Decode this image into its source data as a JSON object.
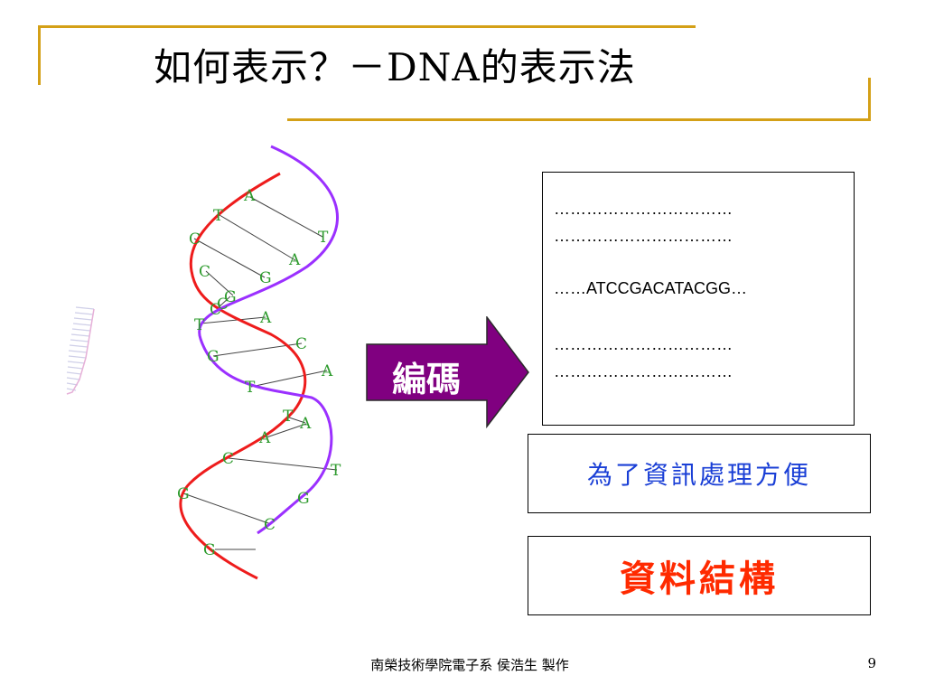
{
  "slide": {
    "title": "如何表示？－DNA的表示法",
    "arrow_label": "編碼",
    "sequence_lines": [
      "……………………………",
      "……………………………",
      "……ATCCGACATACGG…",
      "……………………………",
      "……………………………"
    ],
    "reason_text": "為了資訊處理方便",
    "conclusion_text": "資料結構",
    "footer": "南榮技術學院電子系  侯浩生  製作",
    "page_number": "9"
  },
  "dna_bases": [
    "A",
    "T",
    "T",
    "C",
    "A",
    "C",
    "G",
    "C",
    "G",
    "C",
    "A",
    "T",
    "C",
    "G",
    "A",
    "T",
    "T",
    "A",
    "A",
    "C",
    "T",
    "G",
    "G",
    "C",
    "G"
  ],
  "colors": {
    "accent_bar": "#d4a017",
    "arrow_fill": "#800080",
    "strand_red": "#ee1c1c",
    "strand_purple": "#9b30ff",
    "base_green": "#2e9b2e",
    "reason_blue": "#1a3fd6",
    "conclusion_red": "#ff2a00"
  }
}
